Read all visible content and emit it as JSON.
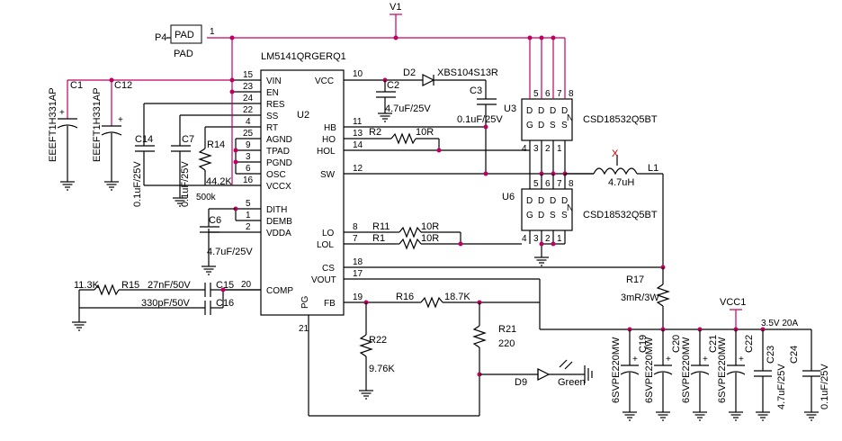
{
  "ic": {
    "name": "LM5141QRGERQ1",
    "ref": "U2",
    "left_pins": [
      {
        "num": "15",
        "name": "VIN"
      },
      {
        "num": "23",
        "name": "EN"
      },
      {
        "num": "24",
        "name": "RES"
      },
      {
        "num": "22",
        "name": "SS"
      },
      {
        "num": "4",
        "name": "RT"
      },
      {
        "num": "25",
        "name": "AGND"
      },
      {
        "num": "9",
        "name": "TPAD"
      },
      {
        "num": "3",
        "name": "PGND"
      },
      {
        "num": "6",
        "name": "OSC"
      },
      {
        "num": "16",
        "name": "VCCX"
      },
      {
        "num": "5",
        "name": "DITH"
      },
      {
        "num": "1",
        "name": "DEMB"
      },
      {
        "num": "2",
        "name": "VDDA"
      },
      {
        "num": "20",
        "name": "COMP"
      },
      {
        "num": "21",
        "name": "PG"
      }
    ],
    "right_pins": [
      {
        "num": "10",
        "name": "VCC"
      },
      {
        "num": "11",
        "name": "HB"
      },
      {
        "num": "13",
        "name": "HO"
      },
      {
        "num": "14",
        "name": "HOL"
      },
      {
        "num": "12",
        "name": "SW"
      },
      {
        "num": "8",
        "name": "LO"
      },
      {
        "num": "7",
        "name": "LOL"
      },
      {
        "num": "18",
        "name": "CS"
      },
      {
        "num": "17",
        "name": "VOUT"
      },
      {
        "num": "19",
        "name": "FB"
      }
    ]
  },
  "pad": {
    "ref": "P4",
    "label": "PAD",
    "name": "PAD",
    "pin": "1"
  },
  "nets": {
    "v1": "V1",
    "vcc1": "VCC1",
    "out_spec": "3.5V 20A"
  },
  "mosfets": [
    {
      "ref": "U3",
      "part": "CSD18532Q5BT",
      "top_pins": [
        "5",
        "6",
        "7",
        "8"
      ],
      "letters": [
        "G",
        "D",
        "S",
        "S"
      ],
      "d_letters": [
        "D",
        "D",
        "D",
        "D"
      ],
      "bottom_pins": [
        "4",
        "3",
        "2",
        "1"
      ],
      "n": "N"
    },
    {
      "ref": "U6",
      "part": "CSD18532Q5BT",
      "top_pins": [
        "5",
        "6",
        "7",
        "8"
      ],
      "letters": [
        "G",
        "D",
        "S",
        "S"
      ],
      "d_letters": [
        "D",
        "D",
        "D",
        "D"
      ],
      "bottom_pins": [
        "4",
        "3",
        "2",
        "1"
      ],
      "n": "N"
    }
  ],
  "inductor": {
    "ref": "L1",
    "value": "4.7uH"
  },
  "diode": {
    "ref": "D2",
    "part": "XBS104S13R"
  },
  "led": {
    "ref": "D9",
    "color": "Green"
  },
  "caps": {
    "c1": {
      "ref": "C1",
      "part": "EEEFT1H331AP"
    },
    "c12": {
      "ref": "C12",
      "part": "EEEFT1H331AP"
    },
    "c14": {
      "ref": "C14",
      "value": "0.1uF/25V"
    },
    "c7": {
      "ref": "C7",
      "value": "0.1uF/25V"
    },
    "c6": {
      "ref": "C6",
      "value": "4.7uF/25V"
    },
    "c2": {
      "ref": "C2",
      "value": "4.7uF/25V"
    },
    "c3": {
      "ref": "C3",
      "value": "0.1uF/25V"
    },
    "c15": {
      "ref": "C15",
      "value": "27nF/50V"
    },
    "c16": {
      "ref": "C16",
      "value": "330pF/50V"
    },
    "c19": {
      "ref": "C19",
      "part": "6SVPE220MW"
    },
    "c20": {
      "ref": "C20",
      "part": "6SVPE220MW"
    },
    "c21": {
      "ref": "C21",
      "part": "6SVPE220MW"
    },
    "c22": {
      "ref": "C22",
      "part": "6SVPE220MW"
    },
    "c23": {
      "ref": "C23",
      "value": "4.7uF/25V"
    },
    "c24": {
      "ref": "C24",
      "value": "0.1uF/25V"
    }
  },
  "resistors": {
    "r14": {
      "ref": "R14",
      "value": "44.2K",
      "extra": "500k"
    },
    "r2": {
      "ref": "R2",
      "value": "10R"
    },
    "r11": {
      "ref": "R11",
      "value": "10R"
    },
    "r1": {
      "ref": "R1",
      "value": "10R"
    },
    "r15": {
      "ref": "R15",
      "value": "11.3K"
    },
    "r16": {
      "ref": "R16",
      "value": "18.7K"
    },
    "r22": {
      "ref": "R22",
      "value": "9.76K"
    },
    "r21": {
      "ref": "R21",
      "value": "220"
    },
    "r17": {
      "ref": "R17",
      "value": "3mR/3W"
    }
  },
  "misc": {
    "no_connect": "X"
  }
}
